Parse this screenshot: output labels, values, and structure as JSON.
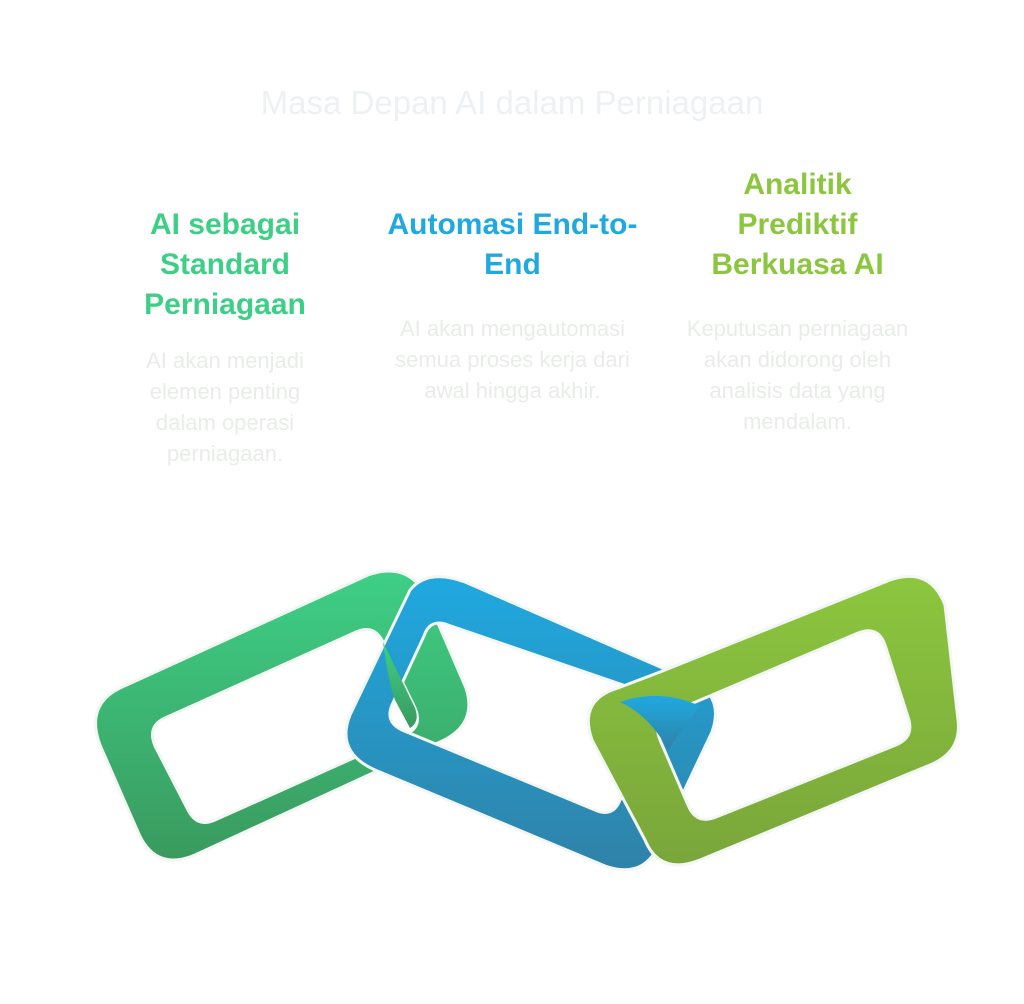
{
  "title": "Masa Depan AI dalam Perniagaan",
  "items": [
    {
      "heading": "AI sebagai Standard Perniagaan",
      "description": "AI akan menjadi elemen penting dalam operasi perniagaan.",
      "color": "#3ecf86"
    },
    {
      "heading": "Automasi End-to-End",
      "description": "AI akan mengautomasi semua proses kerja dari awal hingga akhir.",
      "color": "#1fa9e0"
    },
    {
      "heading": "Analitik Prediktif Berkuasa AI",
      "description": "Keputusan perniagaan akan didorong oleh analisis data yang mendalam.",
      "color": "#8cc63f"
    }
  ],
  "chain_links": [
    {
      "icon": "chain-link-icon",
      "color_top": "#3ecf86",
      "color_bottom": "#3a9a5e"
    },
    {
      "icon": "chain-link-icon",
      "color_top": "#1fa9e0",
      "color_bottom": "#2f82a8"
    },
    {
      "icon": "chain-link-icon",
      "color_top": "#8cc63f",
      "color_bottom": "#7aa63a"
    }
  ]
}
